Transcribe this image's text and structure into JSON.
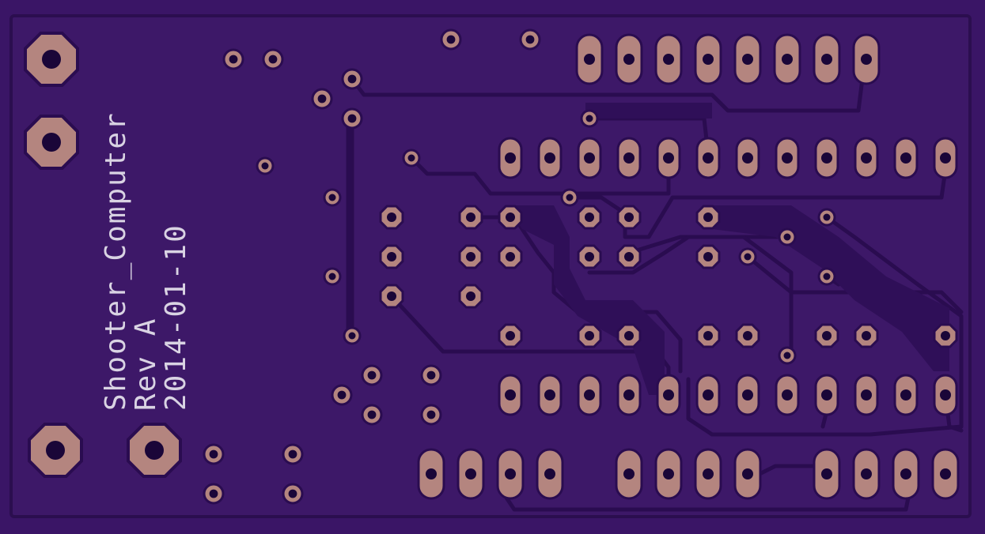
{
  "board": {
    "name": "Shooter_Computer",
    "revision": "Rev A",
    "date": "2014-01-10"
  },
  "colors": {
    "substrate": "#3a1566",
    "outline": "#2b0e4f",
    "copper_pour": "#3d1868",
    "trace": "#2f0f58",
    "pad": "#b4857f",
    "drill": "#1a0638",
    "silkscreen": "#d9d3e3"
  }
}
